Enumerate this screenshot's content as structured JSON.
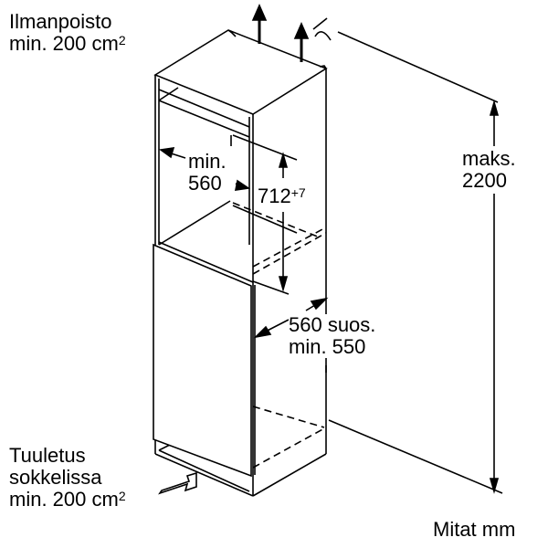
{
  "labels": {
    "exhaust_line1": "Ilmanpoisto",
    "exhaust_line2": "min. 200 cm",
    "exhaust_sup": "2",
    "intake_line1": "Tuuletus",
    "intake_line2": "sokkelissa",
    "intake_line3": "min. 200 cm",
    "intake_sup": "2",
    "width_line1": "min.",
    "width_line2": "560",
    "niche_height": "712",
    "niche_height_tol": "+7",
    "depth_line1": "560 suos.",
    "depth_line2": "min. 550",
    "max_height_line1": "maks.",
    "max_height_line2": "2200",
    "units": "Mitat mm"
  }
}
